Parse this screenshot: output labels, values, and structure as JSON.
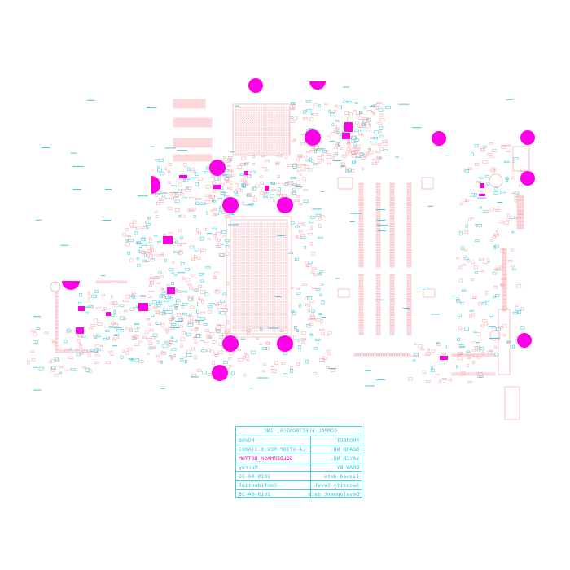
{
  "colors": {
    "background": "#ffffff",
    "outline": "#f2a0a8",
    "silkscreen_cyan": "#2fc6d8",
    "highlight_magenta": "#ff00e6",
    "text_magenta": "#e0199e"
  },
  "layer": "SOLDERMASK_BOTTOM",
  "title_block": {
    "company": "COMPAL ELECTRONICS, INC.",
    "rows": [
      {
        "label": "PROJECT",
        "value": "POV6B"
      },
      {
        "label": "BOARD NO.",
        "value": "LA-G718P REV:0.1(X00)"
      },
      {
        "label": "LAYER NO.",
        "value": "SOLDERMASK_BOTTOM"
      },
      {
        "label": "DRAW BY",
        "value": "Murray"
      },
      {
        "label": "Issued date",
        "value": "2019-04-26"
      },
      {
        "label": "Security level",
        "value": "Confidential"
      },
      {
        "label": "Development date",
        "value": "2019-04-26"
      }
    ]
  }
}
